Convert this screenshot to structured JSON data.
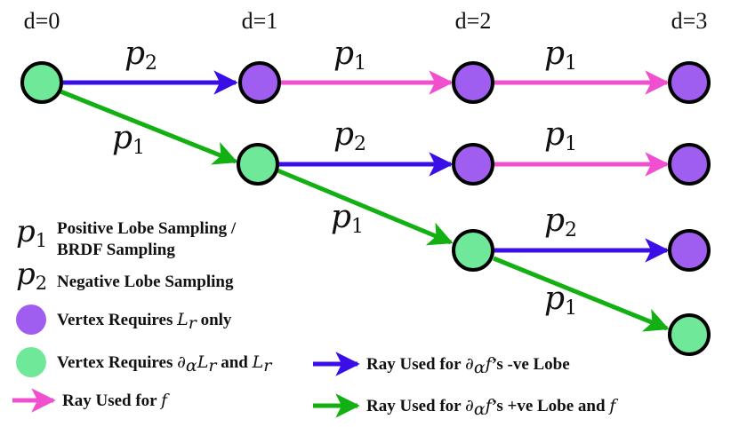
{
  "colors": {
    "node_green": "#6fe89a",
    "node_purple": "#9f5ef0",
    "node_stroke": "#000000",
    "ray_blue": "#3a0ee6",
    "ray_pink": "#f04fd0",
    "ray_green": "#12b012"
  },
  "depth_labels": [
    "d=0",
    "d=1",
    "d=2",
    "d=3"
  ],
  "symbols": {
    "p1": "p",
    "p1_sub": "1",
    "p2": "p",
    "p2_sub": "2"
  },
  "edges": [
    {
      "from": "v00",
      "to": "v10",
      "ray": "blue",
      "label": "p2"
    },
    {
      "from": "v10",
      "to": "v20",
      "ray": "pink",
      "label": "p1"
    },
    {
      "from": "v20",
      "to": "v30",
      "ray": "pink",
      "label": "p1"
    },
    {
      "from": "v00",
      "to": "v11",
      "ray": "green",
      "label": "p1"
    },
    {
      "from": "v11",
      "to": "v21",
      "ray": "blue",
      "label": "p2"
    },
    {
      "from": "v21",
      "to": "v31",
      "ray": "pink",
      "label": "p1"
    },
    {
      "from": "v11",
      "to": "v22",
      "ray": "green",
      "label": "p1"
    },
    {
      "from": "v22",
      "to": "v32",
      "ray": "blue",
      "label": "p2"
    },
    {
      "from": "v22",
      "to": "v33",
      "ray": "green",
      "label": "p1"
    }
  ],
  "nodes": [
    {
      "id": "v00",
      "type": "green"
    },
    {
      "id": "v10",
      "type": "purple"
    },
    {
      "id": "v20",
      "type": "purple"
    },
    {
      "id": "v30",
      "type": "purple"
    },
    {
      "id": "v11",
      "type": "green"
    },
    {
      "id": "v21",
      "type": "purple"
    },
    {
      "id": "v31",
      "type": "purple"
    },
    {
      "id": "v22",
      "type": "green"
    },
    {
      "id": "v32",
      "type": "purple"
    },
    {
      "id": "v33",
      "type": "green"
    }
  ],
  "legend": {
    "p1_line1": "Positive Lobe Sampling /",
    "p1_line2": "BRDF Sampling",
    "p2_text": "Negative Lobe Sampling",
    "purple_text": "Vertex Requires",
    "purple_math": "L",
    "purple_math_sub": "r",
    "purple_suffix": "only",
    "green_text": "Vertex Requires",
    "green_math_partial": "∂",
    "green_math_alpha": "α",
    "green_math_L": "L",
    "green_math_r": "r",
    "green_and": "and",
    "green_math2_L": "L",
    "green_math2_r": "r",
    "blue_ray_text": "Ray Used for",
    "blue_ray_partial": "∂",
    "blue_ray_alpha": "α",
    "blue_ray_f": "f",
    "blue_ray_suffix": "’s -ve Lobe",
    "pink_ray_text": "Ray Used for",
    "pink_ray_f": "f",
    "green_ray_text": "Ray Used for",
    "green_ray_partial": "∂",
    "green_ray_alpha": "α",
    "green_ray_f": "f",
    "green_ray_suffix": "’s +ve Lobe and",
    "green_ray_f2": "f"
  }
}
